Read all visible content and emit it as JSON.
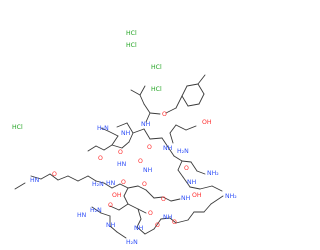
{
  "molecule": {
    "salt_labels": [
      "HCl",
      "HCl",
      "HCl",
      "HCl",
      "HCl"
    ],
    "atom_labels": [
      "NH",
      "H₂N",
      "O",
      "NH",
      "O",
      "OH",
      "NH",
      "O",
      "H₂N",
      "O",
      "HN",
      "O",
      "NH",
      "O",
      "NH",
      "NH₂",
      "HN",
      "O",
      "O",
      "O",
      "H₂N",
      "HN",
      "O",
      "NH",
      "OH",
      "O",
      "HN",
      "OH",
      "NH",
      "NH",
      "H₂N",
      "O",
      "H₂N",
      "O",
      "NH",
      "O",
      "NH₂"
    ]
  },
  "colors": {
    "bond": "#3a3a3a",
    "N": "#3050f8",
    "O": "#ff2d2d",
    "Cl": "#1fa31f"
  }
}
